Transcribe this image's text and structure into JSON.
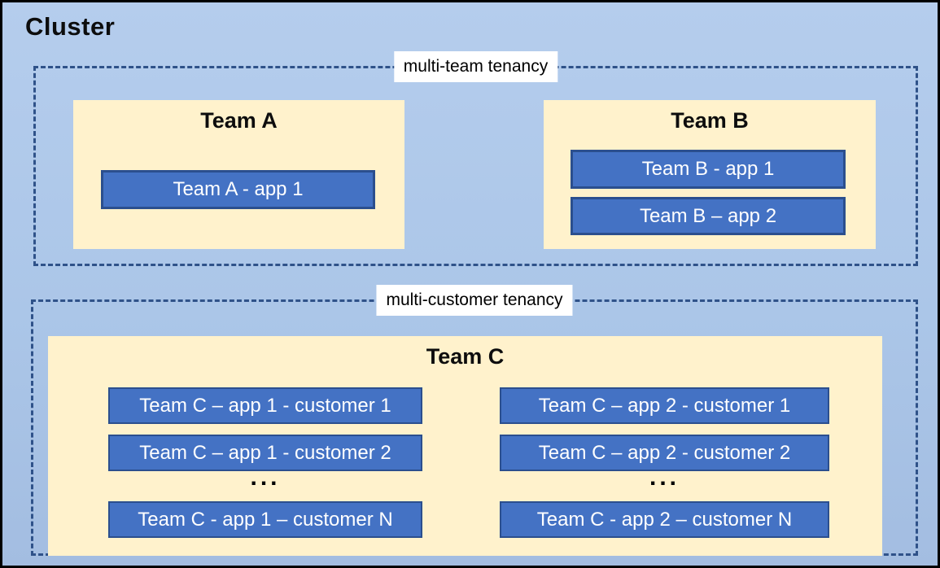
{
  "cluster": {
    "title": "Cluster"
  },
  "sections": [
    {
      "label": "multi-team tenancy",
      "teams": [
        {
          "name": "Team A",
          "apps": [
            "Team A - app 1"
          ]
        },
        {
          "name": "Team B",
          "apps": [
            "Team B - app 1",
            "Team B – app 2"
          ]
        }
      ]
    },
    {
      "label": "multi-customer tenancy",
      "teams": [
        {
          "name": "Team C",
          "columns": [
            {
              "apps": [
                "Team C – app 1 - customer 1",
                "Team C – app 1 - customer 2"
              ],
              "ellipsis": "...",
              "last_app": "Team C - app 1 – customer N"
            },
            {
              "apps": [
                "Team C – app 2 - customer 1",
                "Team C – app 2 - customer 2"
              ],
              "ellipsis": "...",
              "last_app": "Team C - app 2 – customer N"
            }
          ]
        }
      ]
    }
  ],
  "colors": {
    "background": "#ABC6E8",
    "outer_border": "#000000",
    "dashed_border": "#2F5289",
    "team_box_fill": "#FFF2CC",
    "app_box_fill": "#4472C4",
    "app_box_border": "#2B4F8E",
    "label_background": "#FFFFFF",
    "title_text": "#0D0D0D",
    "app_text": "#FFFFFF"
  }
}
